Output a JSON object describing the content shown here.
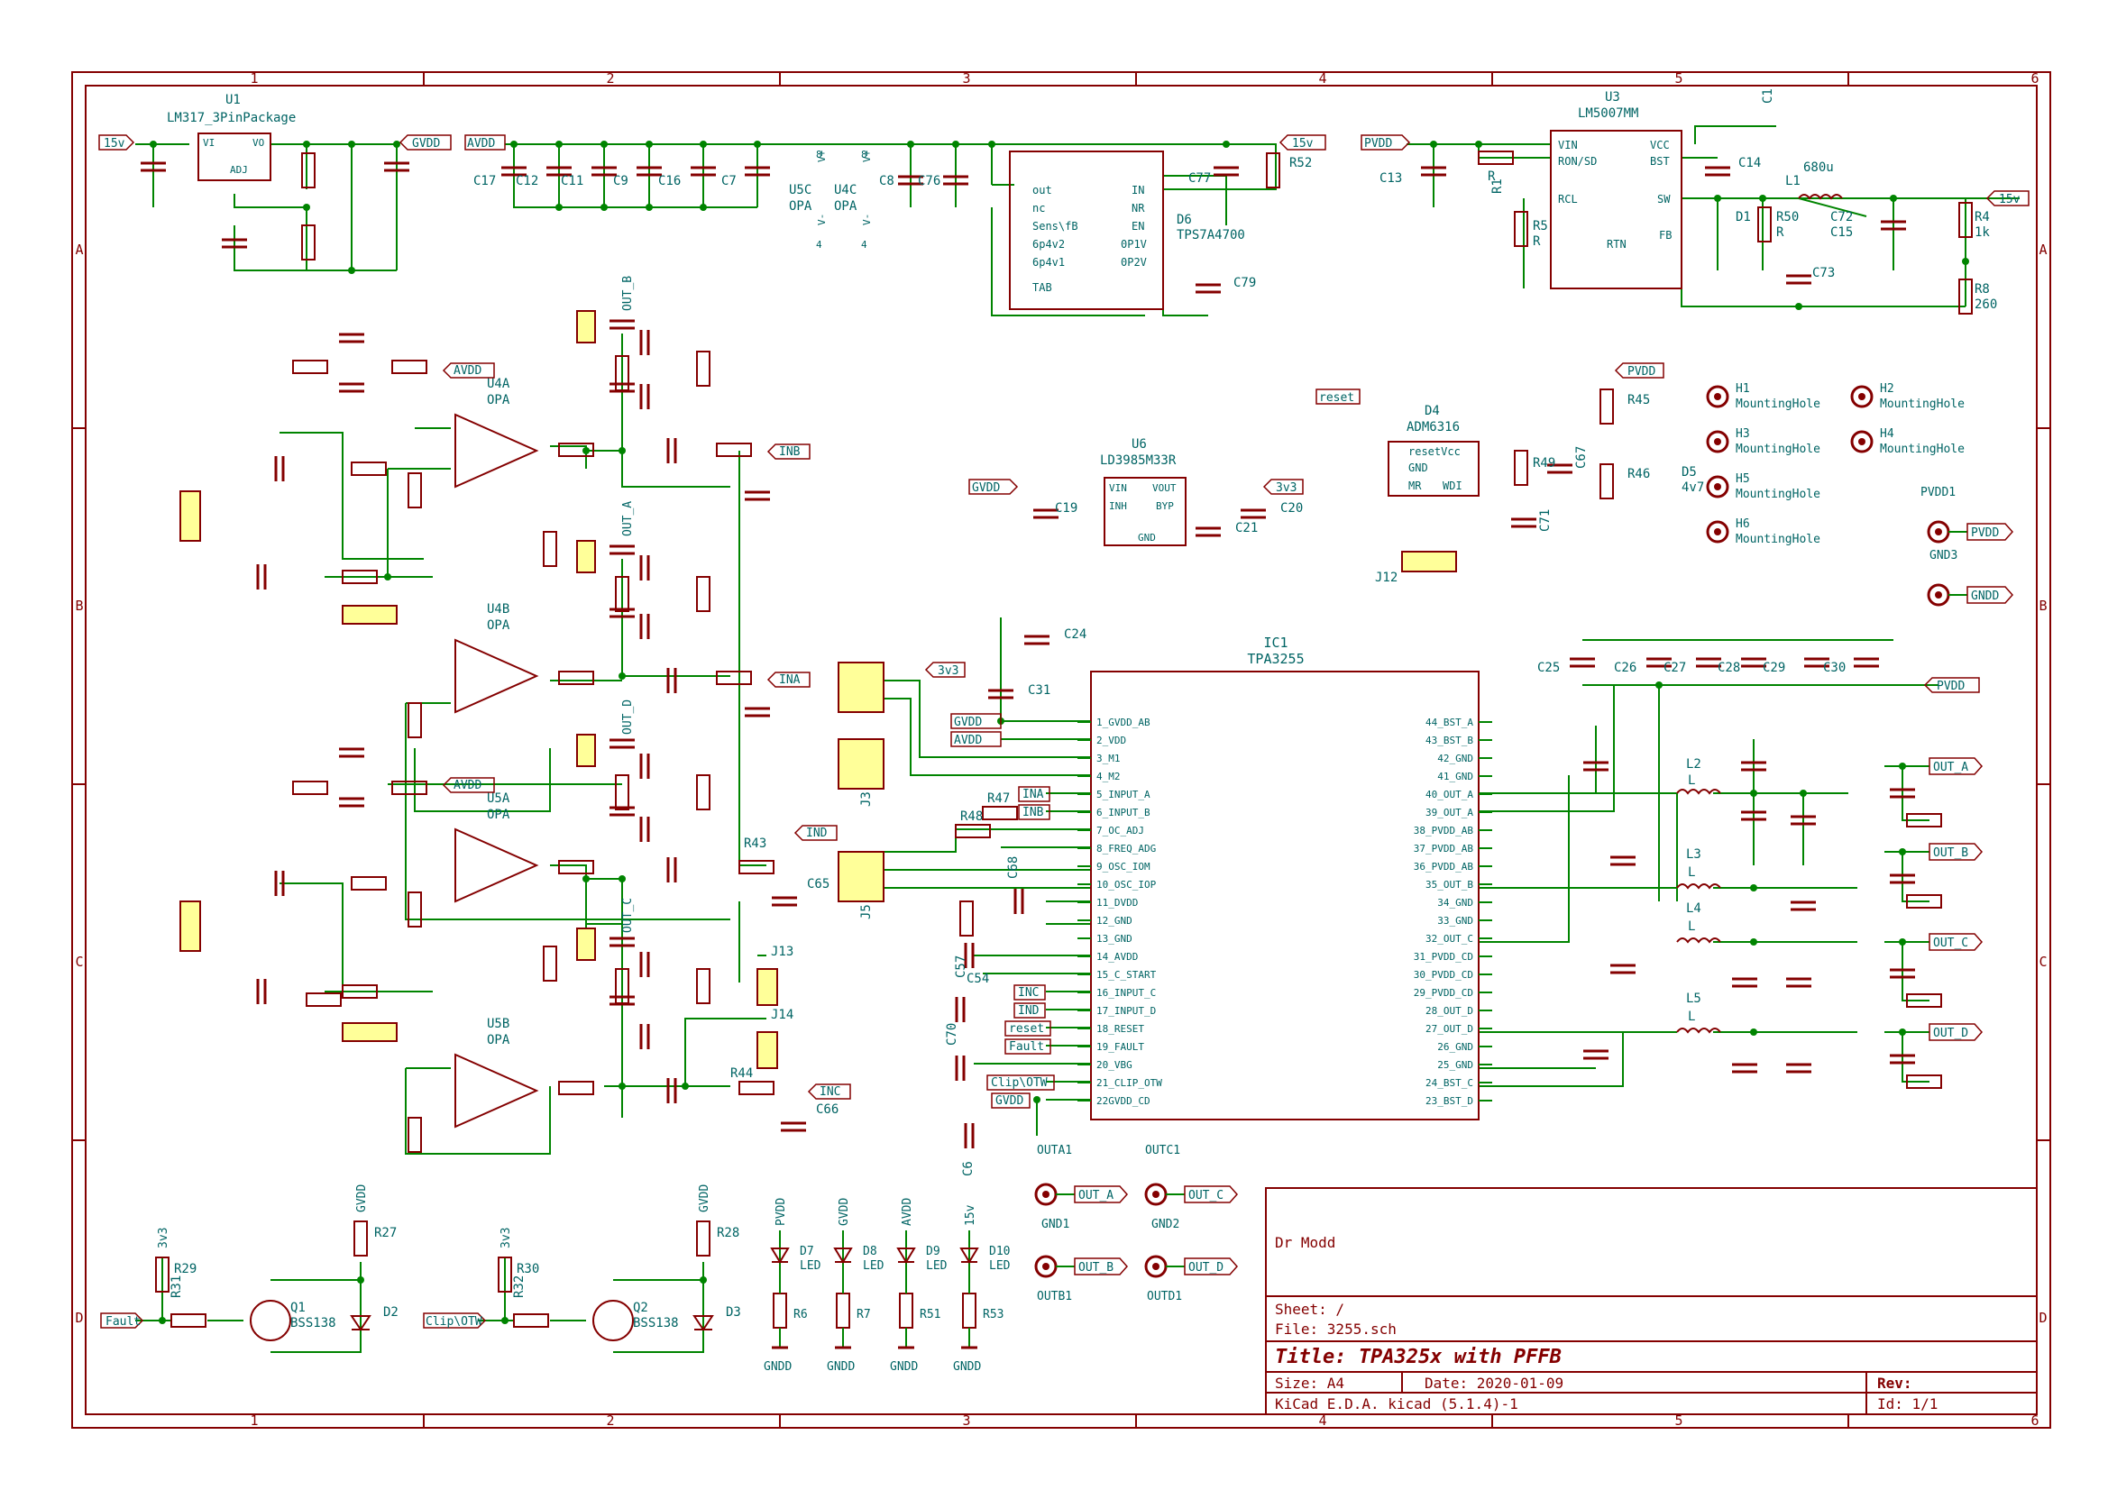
{
  "colors": {
    "wire": "#008400",
    "part": "#840000",
    "label": "#006464",
    "border": "#840000",
    "junction": "#008400",
    "bg": "#ffffff"
  },
  "frame": {
    "top_cols": [
      "1",
      "2",
      "3",
      "4",
      "5",
      "6"
    ],
    "bottom_cols": [
      "1",
      "2",
      "3",
      "4",
      "5",
      "6"
    ],
    "rows": [
      "A",
      "B",
      "C",
      "D"
    ]
  },
  "title_block": {
    "company": "Dr Modd",
    "sheet": "Sheet: /",
    "file": "File: 3255.sch",
    "title": "Title: TPA325x with PFFB",
    "size": "Size: A4",
    "date": "Date: 2020-01-09",
    "rev": "Rev:",
    "tool": "KiCad E.D.A.  kicad (5.1.4)-1",
    "id": "Id: 1/1"
  },
  "ic1": {
    "ref": "IC1",
    "value": "TPA3255",
    "left_pins": [
      "1_GVDD_AB",
      "2_VDD",
      "3_M1",
      "4_M2",
      "5_INPUT_A",
      "6_INPUT_B",
      "7_OC_ADJ",
      "8_FREQ_ADG",
      "9_OSC_IOM",
      "10_OSC_IOP",
      "11_DVDD",
      "12_GND",
      "13_GND",
      "14_AVDD",
      "15_C_START",
      "16_INPUT_C",
      "17_INPUT_D",
      "18_RESET",
      "19_FAULT",
      "20_VBG",
      "21_CLIP_OTW",
      "22GVDD_CD"
    ],
    "right_pins": [
      "44_BST_A",
      "43_BST_B",
      "42_GND",
      "41_GND",
      "40_OUT_A",
      "39_OUT_A",
      "38_PVDD_AB",
      "37_PVDD_AB",
      "36_PVDD_AB",
      "35_OUT_B",
      "34_GND",
      "33_GND",
      "32_OUT_C",
      "31_PVDD_CD",
      "30_PVDD_CD",
      "29_PVDD_CD",
      "28_OUT_D",
      "27_OUT_D",
      "26_GND",
      "25_GND",
      "24_BST_C",
      "23_BST_D"
    ]
  },
  "ic1_left_nets": [
    "GVDD",
    "AVDD",
    "INA",
    "INB",
    "INC",
    "IND",
    "reset",
    "Fault",
    "Clip\\OTW",
    "GVDD"
  ],
  "regulators": {
    "u1": {
      "ref": "U1",
      "value": "LM317_3PinPackage",
      "vi": "VI",
      "vo": "VO",
      "adj": "ADJ"
    },
    "u6": {
      "ref": "U6",
      "value": "LD3985M33R",
      "pins": [
        "VIN",
        "VOUT",
        "INH",
        "BYP",
        "GND"
      ]
    },
    "u3": {
      "ref": "U3",
      "value": "LM5007MM",
      "pins": [
        "VIN",
        "VCC",
        "RON/SD",
        "BST",
        "RCL",
        "SW",
        "RTN",
        "FB"
      ]
    },
    "d6": {
      "ref": "D6",
      "value": "TPS7A4700",
      "left": [
        "out",
        "nc",
        "Sens\\fB",
        "6p4v2",
        "6p4v1",
        "TAB"
      ],
      "right": [
        "IN",
        "NR",
        "EN",
        "0P1V",
        "0P2V"
      ]
    },
    "d4": {
      "ref": "D4",
      "value": "ADM6316",
      "pins": [
        "resetVcc",
        "GND",
        "MR",
        "WDI"
      ]
    }
  },
  "opamps": [
    {
      "ref": "U4A",
      "value": "OPA"
    },
    {
      "ref": "U4B",
      "value": "OPA"
    },
    {
      "ref": "U5A",
      "value": "OPA"
    },
    {
      "ref": "U5B",
      "value": "OPA"
    },
    {
      "ref": "U5C",
      "value": "OPA"
    },
    {
      "ref": "U4C",
      "value": "OPA"
    }
  ],
  "net_labels": {
    "v15": "15v",
    "gvdd": "GVDD",
    "avdd": "AVDD",
    "pvdd": "PVDD",
    "v3v3": "3v3",
    "gndd": "GNDD",
    "reset": "reset",
    "fault": "Fault",
    "clip": "Clip\\OTW",
    "ina": "INA",
    "inb": "INB",
    "inc": "INC",
    "ind": "IND",
    "out_a": "OUT_A",
    "out_b": "OUT_B",
    "out_c": "OUT_C",
    "out_d": "OUT_D"
  },
  "mounting": [
    {
      "ref": "H1",
      "value": "MountingHole"
    },
    {
      "ref": "H2",
      "value": "MountingHole"
    },
    {
      "ref": "H3",
      "value": "MountingHole"
    },
    {
      "ref": "H4",
      "value": "MountingHole"
    },
    {
      "ref": "H5",
      "value": "MountingHole"
    },
    {
      "ref": "H6",
      "value": "MountingHole"
    }
  ],
  "pads": [
    {
      "ref": "OUTA1",
      "net": "OUT_A"
    },
    {
      "ref": "OUTC1",
      "net": "OUT_C"
    },
    {
      "ref": "GND1",
      "net": "GNDD"
    },
    {
      "ref": "GND2",
      "net": "GNDD"
    },
    {
      "ref": "OUTB1",
      "net": "OUT_B"
    },
    {
      "ref": "OUTD1",
      "net": "OUT_D"
    },
    {
      "ref": "PVDD1",
      "net": "PVDD"
    },
    {
      "ref": "GND3",
      "net": "GNDD"
    }
  ],
  "transistors": [
    {
      "ref": "Q1",
      "value": "BSS138",
      "led": "D2",
      "res1": "R29",
      "res2": "R31",
      "res3": "R27",
      "gate_net": "Fault",
      "supply": "GVDD",
      "pull": "3v3"
    },
    {
      "ref": "Q2",
      "value": "BSS138",
      "led": "D3",
      "res1": "R30",
      "res2": "R32",
      "res3": "R28",
      "gate_net": "Clip\\OTW",
      "supply": "GVDD",
      "pull": "3v3"
    }
  ],
  "leds": [
    {
      "ref": "D7",
      "value": "LED",
      "res": "R6",
      "net": "PVDD"
    },
    {
      "ref": "D8",
      "value": "LED",
      "res": "R7",
      "net": "GVDD"
    },
    {
      "ref": "D9",
      "value": "LED",
      "res": "R51",
      "net": "AVDD"
    },
    {
      "ref": "D10",
      "value": "LED",
      "res": "R53",
      "net": "15v"
    }
  ],
  "inductors": [
    {
      "ref": "L2",
      "value": "L"
    },
    {
      "ref": "L3",
      "value": "L"
    },
    {
      "ref": "L4",
      "value": "L"
    },
    {
      "ref": "L5",
      "value": "L"
    },
    {
      "ref": "L1",
      "value": "680u"
    }
  ],
  "parts_misc": {
    "r4": "R4",
    "r4v": "1k",
    "r8": "R8",
    "r8v": "260",
    "d5": "D5",
    "d5v": "4v7",
    "d1": "D1",
    "r50": "R50",
    "r50v": "R",
    "r5": "R5",
    "r5v": "R",
    "r1": "R1",
    "r1v": "R",
    "c1": "C1",
    "c13": "C13",
    "c14": "C14",
    "c72": "C72",
    "c15": "C15",
    "c73": "C73",
    "r45": "R45",
    "r46": "R46",
    "r49": "R49",
    "c67": "C67",
    "c71": "C71",
    "j12": "J12",
    "c19": "C19",
    "c20": "C20",
    "c21": "C21",
    "c24": "C24",
    "c31": "C31",
    "c77": "C77",
    "c79": "C79",
    "r52": "R52",
    "caps_top": [
      "C17",
      "C12",
      "C11",
      "C9",
      "C16",
      "C7",
      "C8",
      "C76"
    ],
    "caps_pvdd": [
      "C25",
      "C26",
      "C27",
      "C28",
      "C29",
      "C30"
    ],
    "j3": "J3",
    "j5": "J5",
    "j13": "J13",
    "j14": "J14",
    "r44": "R44",
    "r48": "R48",
    "r47": "R47",
    "c68": "C68",
    "c57": "C57",
    "c54": "C54",
    "c70": "C70",
    "c6": "C6",
    "c65": "C65",
    "c66": "C66",
    "r43": "R43"
  },
  "pin_vplus": "V+",
  "pin_vminus": "V-",
  "u4c_pins": [
    "8",
    "4"
  ],
  "u5c_pins": [
    "8",
    "4"
  ]
}
